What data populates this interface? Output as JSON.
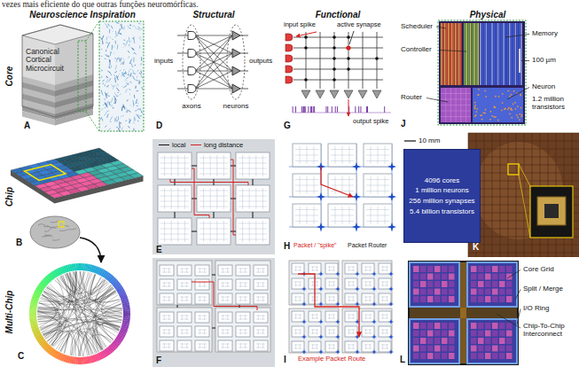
{
  "diagram": {
    "nodes": [
      {
        "text": [
          "4096 cores",
          "1 million neurons",
          "256 million synapses",
          "5.4 billion transistors"
        ]
      }
    ],
    "labels": [
      "vezes mais eficiente do que outras funções neuromórficas.",
      "Neuroscience Inspiration",
      "Structural",
      "Functional",
      "Physical",
      "Core",
      "Chip",
      "Multi-Chip",
      "Canonical Cortical Microcircuit",
      "A",
      "B",
      "C",
      "inputs",
      "outputs",
      "axons",
      "neurons",
      "D",
      "E",
      "F",
      "input spike",
      "active synapse",
      "output spike",
      "G",
      "Packet / \"spike\"",
      "Packet Router",
      "H",
      "Example Packet Route",
      "I",
      "Scheduler",
      "Controller",
      "Memory",
      "Router",
      "Neuron",
      "100 µm",
      "1.2 million transistors",
      "J",
      "10 mm",
      "K",
      "Core Grid",
      "Split / Merge",
      "I/O Ring",
      "Chip-To-Chip Interconnect",
      "L"
    ],
    "legend": [
      {
        "text": "local"
      },
      {
        "text": "long distance"
      }
    ]
  }
}
